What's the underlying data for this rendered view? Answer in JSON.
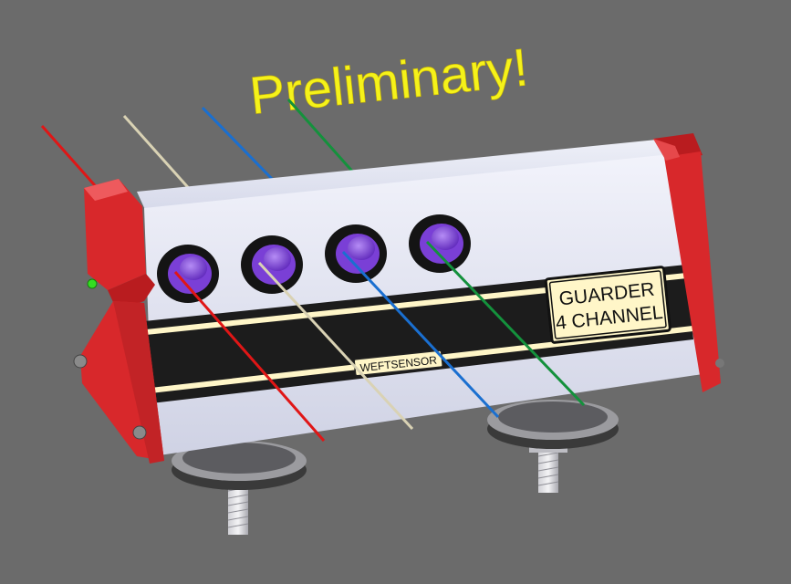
{
  "watermark": {
    "text": "Preliminary!",
    "color": "#f5f21a"
  },
  "device": {
    "model_label": "WEFTSENSOR",
    "brand_label_line1": "GUARDER",
    "brand_label_line2": "4 CHANNEL",
    "body_color": "#d9dcec",
    "end_cap_color": "#d8282b",
    "band_color": "#1c1c1c",
    "stripe_color": "#fff6c8",
    "eyelet_color": "#7a3fd6",
    "indicator_led_color": "#33dd22",
    "channels": [
      {
        "name": "channel-1",
        "thread_color": "#e01616"
      },
      {
        "name": "channel-2",
        "thread_color": "#d9d2b4"
      },
      {
        "name": "channel-3",
        "thread_color": "#1a6fd0"
      },
      {
        "name": "channel-4",
        "thread_color": "#14913c"
      }
    ]
  }
}
